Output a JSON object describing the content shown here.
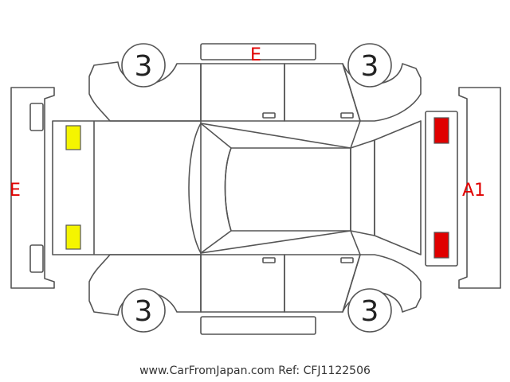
{
  "diagram": {
    "wheels": {
      "front_left": "3",
      "front_right": "3",
      "rear_left": "3",
      "rear_right": "3"
    },
    "labels": {
      "top": "E",
      "left": "E",
      "right": "A1"
    },
    "colors": {
      "outline": "#555555",
      "label": "#e00000",
      "marker_yellow": "#f5f500",
      "marker_red": "#e00000",
      "text": "#333333"
    }
  },
  "footer": {
    "watermark": "www.CarFromJapan.com Ref: CFJ1122506"
  }
}
